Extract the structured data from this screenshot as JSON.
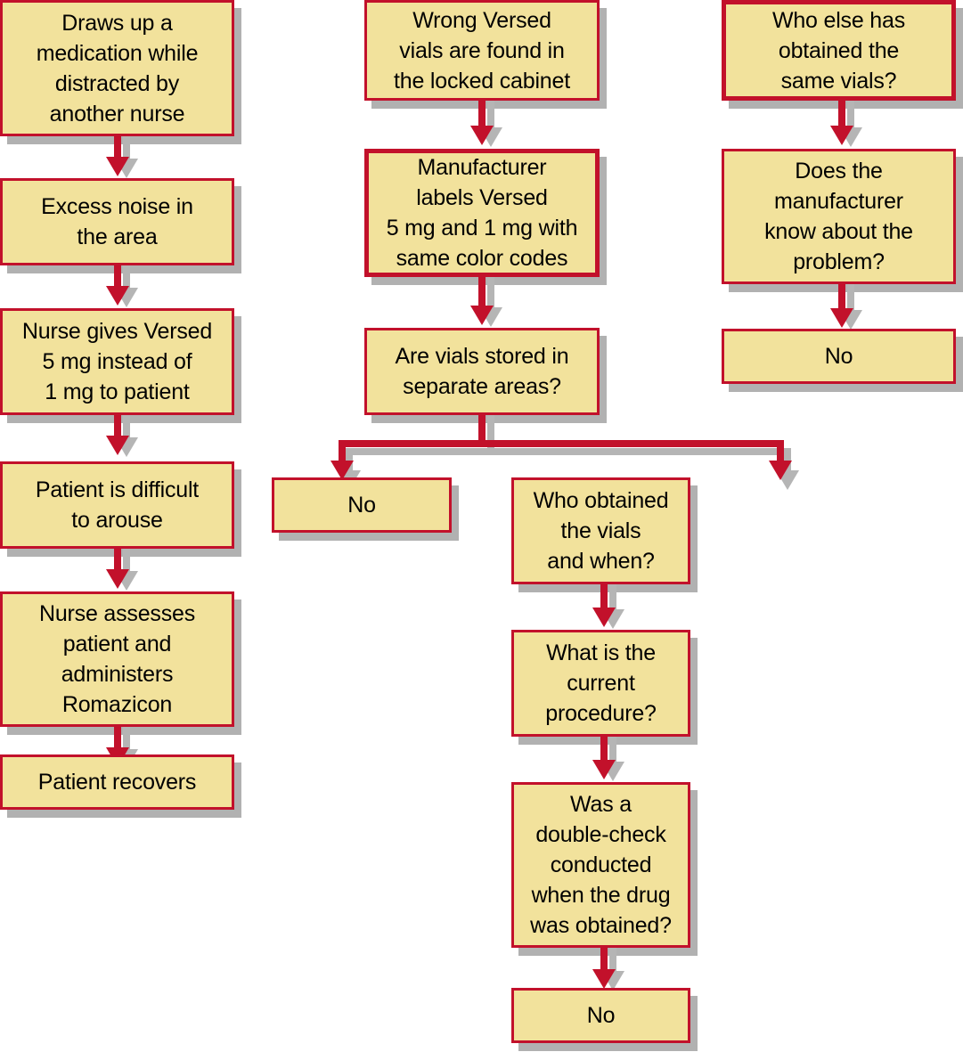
{
  "diagram": {
    "title": "Medication error root cause flowchart",
    "colors": {
      "box_fill": "#f2e29c",
      "box_border": "#c2112b",
      "connector": "#c2112b",
      "shadow": "#a8a8a8",
      "background": "#ffffff",
      "text": "#000000"
    },
    "columns": [
      {
        "name": "event-sequence",
        "nodes": [
          {
            "id": "c1n1",
            "text": "Draws up a medication while distracted by another nurse"
          },
          {
            "id": "c1n2",
            "text": "Excess noise in the area"
          },
          {
            "id": "c1n3",
            "text": "Nurse gives Versed 5 mg instead of 1 mg to patient"
          },
          {
            "id": "c1n4",
            "text": "Patient is difficult to arouse"
          },
          {
            "id": "c1n5",
            "text": "Nurse assesses patient and administers Romazicon"
          },
          {
            "id": "c1n6",
            "text": "Patient recovers"
          }
        ]
      },
      {
        "name": "vial-storage-inquiry",
        "nodes": [
          {
            "id": "c2n1",
            "text": "Wrong Versed vials are found in the locked cabinet"
          },
          {
            "id": "c2n2",
            "text": "Manufacturer labels Versed 5 mg and 1 mg with same color codes"
          },
          {
            "id": "c2n3",
            "text": "Are vials stored in separate areas?"
          },
          {
            "id": "c2n4",
            "text": "No"
          },
          {
            "id": "c2n5",
            "text": "Who obtained the vials and when?"
          },
          {
            "id": "c2n6",
            "text": "What is the current procedure?"
          },
          {
            "id": "c2n7",
            "text": "Was a double-check conducted when the drug was obtained?"
          },
          {
            "id": "c2n8",
            "text": "No"
          }
        ]
      },
      {
        "name": "manufacturer-inquiry",
        "nodes": [
          {
            "id": "c3n1",
            "text": "Who else has obtained the same vials?"
          },
          {
            "id": "c3n2",
            "text": "Does the manufacturer know about the problem?"
          },
          {
            "id": "c3n3",
            "text": "No"
          }
        ]
      }
    ]
  },
  "labels": {
    "c1n1": "Draws up a\nmedication while\ndistracted by\nanother nurse",
    "c1n2": "Excess noise in\nthe area",
    "c1n3": "Nurse gives Versed\n5 mg instead of\n1 mg to patient",
    "c1n4": "Patient is difficult\nto arouse",
    "c1n5": "Nurse assesses\npatient and\nadministers\nRomazicon",
    "c1n6": "Patient recovers",
    "c2n1": "Wrong Versed\nvials are found in\nthe locked cabinet",
    "c2n2": "Manufacturer\nlabels Versed\n5 mg and 1 mg with\nsame color codes",
    "c2n3": "Are vials stored in\nseparate areas?",
    "c2n4": "No",
    "c2n5": "Who obtained\nthe vials\nand when?",
    "c2n6": "What is the\ncurrent\nprocedure?",
    "c2n7": "Was a\ndouble-check\nconducted\nwhen the drug\nwas obtained?",
    "c2n8": "No",
    "c3n1": "Who else has\nobtained the\nsame vials?",
    "c3n2": "Does the\nmanufacturer\nknow about the\nproblem?",
    "c3n3": "No"
  }
}
